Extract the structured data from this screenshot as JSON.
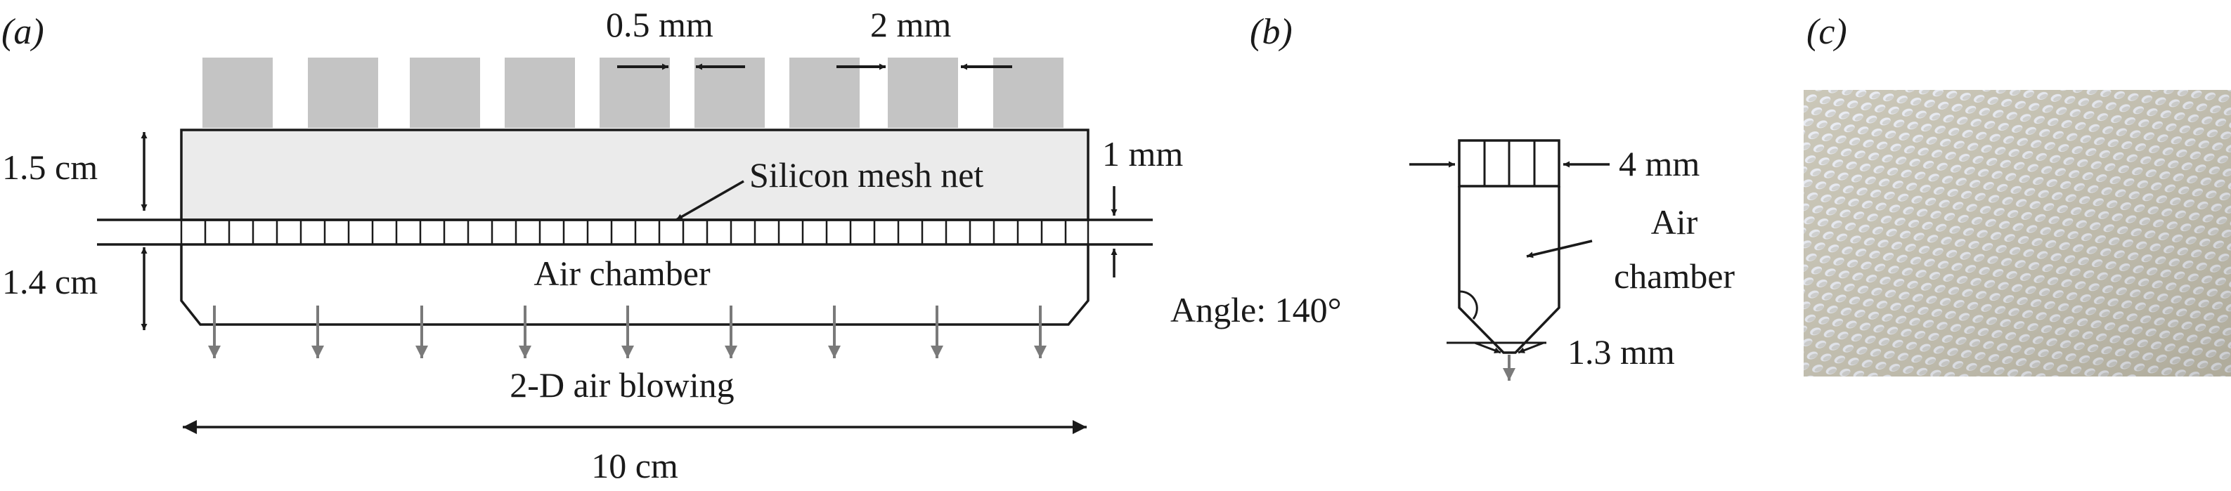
{
  "panels": {
    "a": {
      "label": "(a)",
      "dim_gap": "0.5 mm",
      "dim_cell": "2 mm",
      "dim_upper_height": "1.5 cm",
      "dim_lower_height": "1.4 cm",
      "dim_mesh_thickness": "1 mm",
      "mesh_label": "Silicon mesh net",
      "chamber_label": "Air chamber",
      "blowing_label": "2-D air blowing",
      "dim_width": "10 cm"
    },
    "b": {
      "label": "(b)",
      "dim_width": "4 mm",
      "chamber_label_line1": "Air",
      "chamber_label_line2": "chamber",
      "angle_label": "Angle: 140°",
      "dim_nozzle": "1.3 mm"
    },
    "c": {
      "label": "(c)",
      "photo": "silicon mesh net photo"
    }
  },
  "colors": {
    "block_fill": "#c4c4c4",
    "upper_box_fill": "#ebebeb",
    "arrow_gray": "#7a7a7a",
    "line": "#1a1a1a",
    "photo_base": "#c5c1b1"
  }
}
